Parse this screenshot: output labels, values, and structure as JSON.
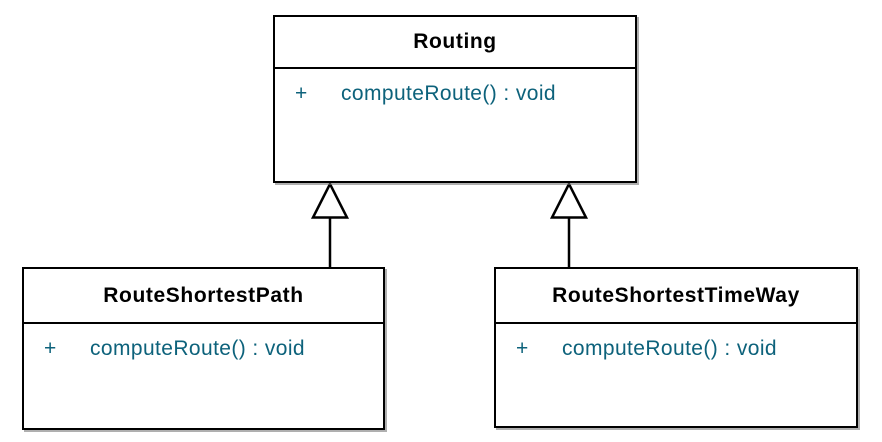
{
  "diagram": {
    "kind": "uml-class-diagram",
    "colors": {
      "background": "#ffffff",
      "box_border": "#000000",
      "class_name_text": "#000000",
      "method_text": "#0d627b"
    },
    "classes": [
      {
        "id": "routing",
        "name": "Routing",
        "methods": [
          {
            "visibility": "+",
            "signature": "computeRoute() : void"
          }
        ]
      },
      {
        "id": "route-shortest-path",
        "name": "RouteShortestPath",
        "methods": [
          {
            "visibility": "+",
            "signature": "computeRoute() : void"
          }
        ]
      },
      {
        "id": "route-shortest-time-way",
        "name": "RouteShortestTimeWay",
        "methods": [
          {
            "visibility": "+",
            "signature": "computeRoute() : void"
          }
        ]
      }
    ],
    "relationships": [
      {
        "from": "RouteShortestPath",
        "to": "Routing",
        "type": "generalization"
      },
      {
        "from": "RouteShortestTimeWay",
        "to": "Routing",
        "type": "generalization"
      }
    ]
  }
}
